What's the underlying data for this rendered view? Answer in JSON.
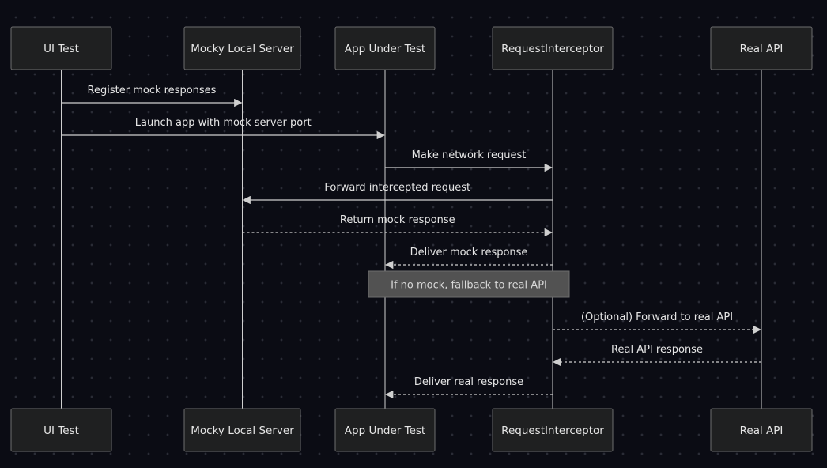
{
  "colors": {
    "background": "#0b0c14",
    "actor_fill": "#1f2021",
    "actor_stroke": "#6e6e6e",
    "lifeline": "#cfcfcf",
    "text": "#e6e6e6",
    "message": "#cfcfcf",
    "note_fill": "#525252",
    "note_stroke": "#6e6e6e",
    "note_text": "#d8d8d8"
  },
  "participants": [
    {
      "id": "ui",
      "label": "UI Test"
    },
    {
      "id": "mock",
      "label": "Mocky Local Server"
    },
    {
      "id": "app",
      "label": "App Under Test"
    },
    {
      "id": "interceptor",
      "label": "RequestInterceptor"
    },
    {
      "id": "api",
      "label": "Real API"
    }
  ],
  "messages": [
    {
      "from": "ui",
      "to": "mock",
      "label": "Register mock responses",
      "style": "solid"
    },
    {
      "from": "ui",
      "to": "app",
      "label": "Launch app with mock server port",
      "style": "solid"
    },
    {
      "from": "app",
      "to": "interceptor",
      "label": "Make network request",
      "style": "solid"
    },
    {
      "from": "interceptor",
      "to": "mock",
      "label": "Forward intercepted request",
      "style": "solid"
    },
    {
      "from": "mock",
      "to": "interceptor",
      "label": "Return mock response",
      "style": "dashed"
    },
    {
      "from": "interceptor",
      "to": "app",
      "label": "Deliver mock response",
      "style": "dashed"
    },
    {
      "from": "interceptor",
      "to": "api",
      "label": "(Optional) Forward to real API",
      "style": "dashed"
    },
    {
      "from": "api",
      "to": "interceptor",
      "label": "Real API response",
      "style": "dashed"
    },
    {
      "from": "interceptor",
      "to": "app",
      "label": "Deliver real response",
      "style": "dashed"
    }
  ],
  "note": {
    "text": "If no mock, fallback to real API",
    "over": [
      "app",
      "interceptor"
    ],
    "after_message": 5
  }
}
